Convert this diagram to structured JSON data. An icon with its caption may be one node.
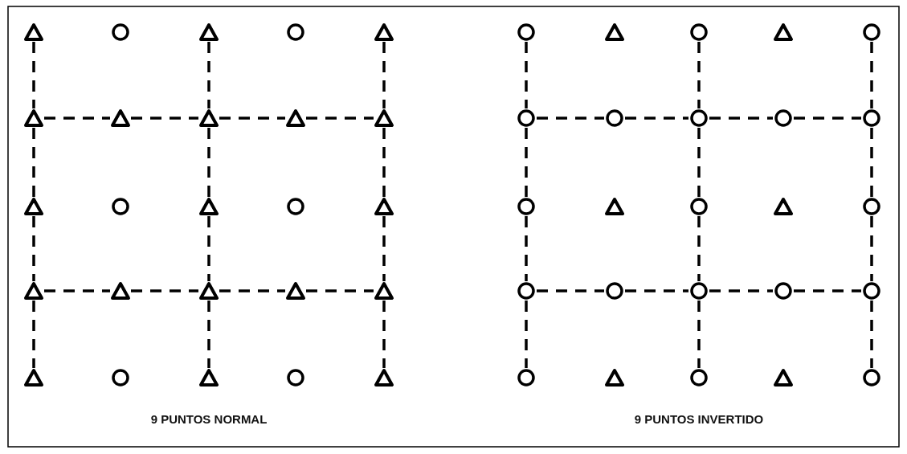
{
  "diagram": {
    "nodes": [
      {
        "text": [],
        "shape": "triangle"
      },
      {
        "text": [],
        "shape": "circle"
      },
      {
        "text": [],
        "shape": "triangle"
      },
      {
        "text": [],
        "shape": "circle"
      },
      {
        "text": [],
        "shape": "triangle"
      },
      {
        "text": [],
        "shape": "triangle"
      },
      {
        "text": [],
        "shape": "triangle"
      },
      {
        "text": [],
        "shape": "triangle"
      },
      {
        "text": [],
        "shape": "triangle"
      },
      {
        "text": [],
        "shape": "triangle"
      },
      {
        "text": [],
        "shape": "triangle"
      },
      {
        "text": [],
        "shape": "circle"
      },
      {
        "text": [],
        "shape": "triangle"
      },
      {
        "text": [],
        "shape": "circle"
      },
      {
        "text": [],
        "shape": "triangle"
      },
      {
        "text": [],
        "shape": "triangle"
      },
      {
        "text": [],
        "shape": "triangle"
      },
      {
        "text": [],
        "shape": "triangle"
      },
      {
        "text": [],
        "shape": "triangle"
      },
      {
        "text": [],
        "shape": "triangle"
      },
      {
        "text": [],
        "shape": "triangle"
      },
      {
        "text": [],
        "shape": "circle"
      },
      {
        "text": [],
        "shape": "triangle"
      },
      {
        "text": [],
        "shape": "circle"
      },
      {
        "text": [],
        "shape": "triangle"
      },
      {
        "text": [],
        "shape": "circle"
      },
      {
        "text": [],
        "shape": "triangle"
      },
      {
        "text": [],
        "shape": "circle"
      },
      {
        "text": [],
        "shape": "triangle"
      },
      {
        "text": [],
        "shape": "circle"
      },
      {
        "text": [],
        "shape": "circle"
      },
      {
        "text": [],
        "shape": "circle"
      },
      {
        "text": [],
        "shape": "circle"
      },
      {
        "text": [],
        "shape": "circle"
      },
      {
        "text": [],
        "shape": "circle"
      },
      {
        "text": [],
        "shape": "circle"
      },
      {
        "text": [],
        "shape": "triangle"
      },
      {
        "text": [],
        "shape": "circle"
      },
      {
        "text": [],
        "shape": "triangle"
      },
      {
        "text": [],
        "shape": "circle"
      },
      {
        "text": [],
        "shape": "circle"
      },
      {
        "text": [],
        "shape": "circle"
      },
      {
        "text": [],
        "shape": "circle"
      },
      {
        "text": [],
        "shape": "circle"
      },
      {
        "text": [],
        "shape": "circle"
      },
      {
        "text": [],
        "shape": "circle"
      },
      {
        "text": [],
        "shape": "triangle"
      },
      {
        "text": [],
        "shape": "circle"
      },
      {
        "text": [],
        "shape": "triangle"
      },
      {
        "text": [],
        "shape": "circle"
      }
    ],
    "edges": [
      {
        "from": 0,
        "to": 5,
        "arrow": "none",
        "style": "dashed"
      },
      {
        "from": 5,
        "to": 10,
        "arrow": "none",
        "style": "dashed"
      },
      {
        "from": 10,
        "to": 15,
        "arrow": "none",
        "style": "dashed"
      },
      {
        "from": 15,
        "to": 20,
        "arrow": "none",
        "style": "dashed"
      },
      {
        "from": 2,
        "to": 7,
        "arrow": "none",
        "style": "dashed"
      },
      {
        "from": 7,
        "to": 12,
        "arrow": "none",
        "style": "dashed"
      },
      {
        "from": 12,
        "to": 17,
        "arrow": "none",
        "style": "dashed"
      },
      {
        "from": 17,
        "to": 22,
        "arrow": "none",
        "style": "dashed"
      },
      {
        "from": 4,
        "to": 9,
        "arrow": "none",
        "style": "dashed"
      },
      {
        "from": 9,
        "to": 14,
        "arrow": "none",
        "style": "dashed"
      },
      {
        "from": 14,
        "to": 19,
        "arrow": "none",
        "style": "dashed"
      },
      {
        "from": 19,
        "to": 24,
        "arrow": "none",
        "style": "dashed"
      },
      {
        "from": 5,
        "to": 6,
        "arrow": "none",
        "style": "dashed"
      },
      {
        "from": 6,
        "to": 7,
        "arrow": "none",
        "style": "dashed"
      },
      {
        "from": 7,
        "to": 8,
        "arrow": "none",
        "style": "dashed"
      },
      {
        "from": 8,
        "to": 9,
        "arrow": "none",
        "style": "dashed"
      },
      {
        "from": 15,
        "to": 16,
        "arrow": "none",
        "style": "dashed"
      },
      {
        "from": 16,
        "to": 17,
        "arrow": "none",
        "style": "dashed"
      },
      {
        "from": 17,
        "to": 18,
        "arrow": "none",
        "style": "dashed"
      },
      {
        "from": 18,
        "to": 19,
        "arrow": "none",
        "style": "dashed"
      },
      {
        "from": 25,
        "to": 30,
        "arrow": "none",
        "style": "dashed"
      },
      {
        "from": 30,
        "to": 35,
        "arrow": "none",
        "style": "dashed"
      },
      {
        "from": 35,
        "to": 40,
        "arrow": "none",
        "style": "dashed"
      },
      {
        "from": 40,
        "to": 45,
        "arrow": "none",
        "style": "dashed"
      },
      {
        "from": 27,
        "to": 32,
        "arrow": "none",
        "style": "dashed"
      },
      {
        "from": 32,
        "to": 37,
        "arrow": "none",
        "style": "dashed"
      },
      {
        "from": 37,
        "to": 42,
        "arrow": "none",
        "style": "dashed"
      },
      {
        "from": 42,
        "to": 47,
        "arrow": "none",
        "style": "dashed"
      },
      {
        "from": 29,
        "to": 34,
        "arrow": "none",
        "style": "dashed"
      },
      {
        "from": 34,
        "to": 39,
        "arrow": "none",
        "style": "dashed"
      },
      {
        "from": 39,
        "to": 44,
        "arrow": "none",
        "style": "dashed"
      },
      {
        "from": 44,
        "to": 49,
        "arrow": "none",
        "style": "dashed"
      },
      {
        "from": 30,
        "to": 31,
        "arrow": "none",
        "style": "dashed"
      },
      {
        "from": 31,
        "to": 32,
        "arrow": "none",
        "style": "dashed"
      },
      {
        "from": 32,
        "to": 33,
        "arrow": "none",
        "style": "dashed"
      },
      {
        "from": 33,
        "to": 34,
        "arrow": "none",
        "style": "dashed"
      },
      {
        "from": 40,
        "to": 41,
        "arrow": "none",
        "style": "dashed"
      },
      {
        "from": 41,
        "to": 42,
        "arrow": "none",
        "style": "dashed"
      },
      {
        "from": 42,
        "to": 43,
        "arrow": "none",
        "style": "dashed"
      },
      {
        "from": 43,
        "to": 44,
        "arrow": "none",
        "style": "dashed"
      }
    ],
    "labels": [
      "9 PUNTOS NORMAL",
      "9 PUNTOS INVERTIDO"
    ]
  }
}
